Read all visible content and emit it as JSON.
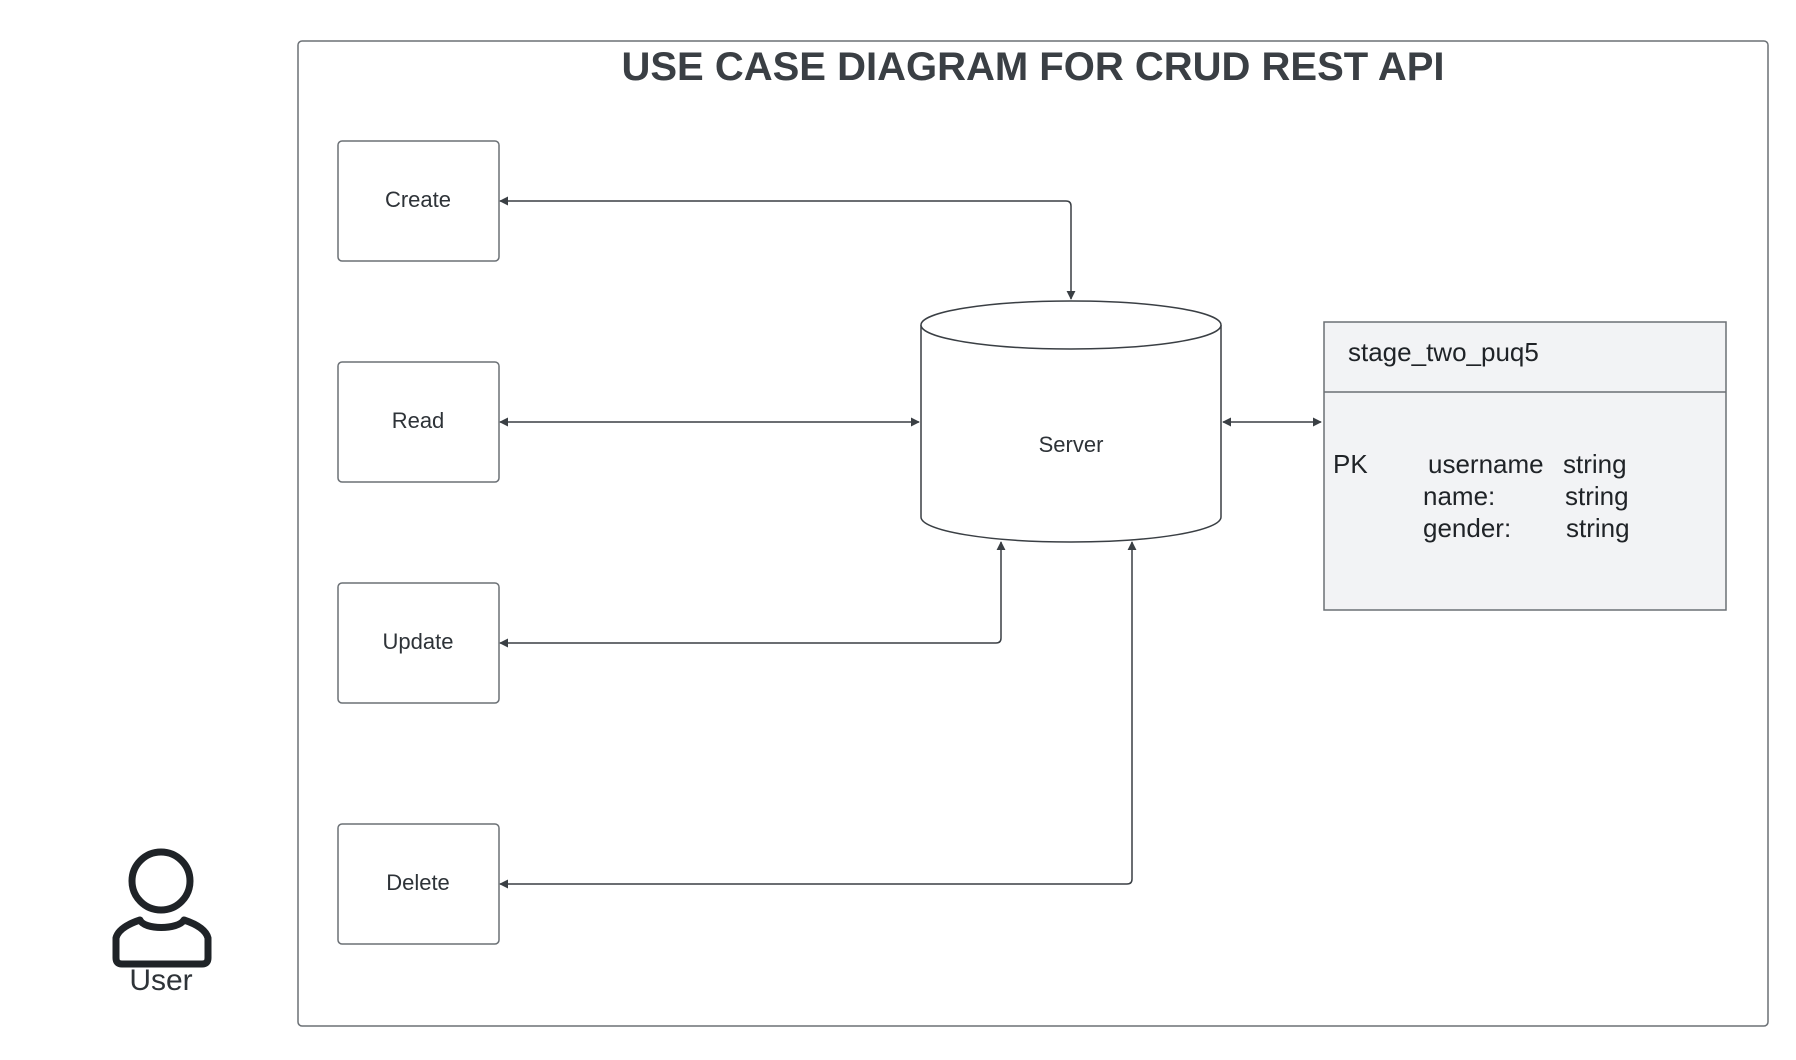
{
  "title": "USE CASE DIAGRAM FOR CRUD REST API",
  "actor": {
    "label": "User",
    "icon": "user-icon"
  },
  "use_cases": [
    {
      "id": "create",
      "label": "Create"
    },
    {
      "id": "read",
      "label": "Read"
    },
    {
      "id": "update",
      "label": "Update"
    },
    {
      "id": "delete",
      "label": "Delete"
    }
  ],
  "server": {
    "label": "Server"
  },
  "table": {
    "name": "stage_two_puq5",
    "key": "PK",
    "fields": [
      {
        "name": "username",
        "type": "string"
      },
      {
        "name": "name:",
        "type": "string"
      },
      {
        "name": "gender:",
        "type": "string"
      }
    ]
  },
  "colors": {
    "stroke": "#2e3338",
    "line": "#3a3f44",
    "table_fill": "#f2f3f5",
    "box_border": "#6b7075"
  }
}
